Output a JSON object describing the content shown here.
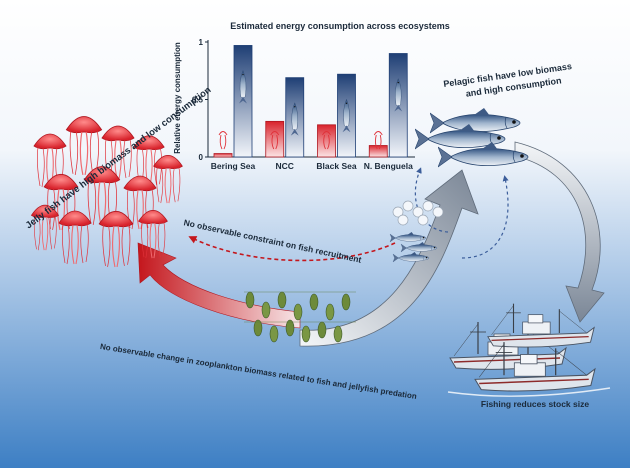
{
  "diagram": {
    "title": "Estimated energy consumption across ecosystems",
    "labels": {
      "jellyfish": "Jelly fish have high biomass and low consumption",
      "pelagic_line1": "Pelagic fish have low biomass",
      "pelagic_line2": "and high consumption",
      "recruitment": "No observable constraint on fish recruitment",
      "zooplankton": "No observable change in zooplankton biomass related to fish and jellyfish predation",
      "fishing": "Fishing reduces stock size"
    },
    "colors": {
      "bg_top": "#ffffff",
      "bg_bottom": "#3d7fc4",
      "jellyfish": "#e0323a",
      "fish": "#1f3f75",
      "arrow_red": "#c4161c",
      "arrow_grey": "#8c96a3"
    },
    "icons": [
      "jellyfish-icon",
      "fish-icon",
      "ship-icon",
      "zooplankton-icon",
      "larvae-icon",
      "fish-eggs-icon"
    ]
  },
  "chart_data": {
    "type": "bar",
    "ylabel": "Relative energy consumption",
    "yticks": [
      "0",
      "0.5",
      "1"
    ],
    "ylim": [
      0,
      1
    ],
    "categories": [
      "Bering Sea",
      "NCC",
      "Black Sea",
      "N. Benguela"
    ],
    "series": [
      {
        "key": "jellyfish",
        "values": [
          0.03,
          0.31,
          0.28,
          0.1
        ]
      },
      {
        "key": "fish",
        "values": [
          0.97,
          0.69,
          0.72,
          0.9
        ]
      }
    ]
  }
}
